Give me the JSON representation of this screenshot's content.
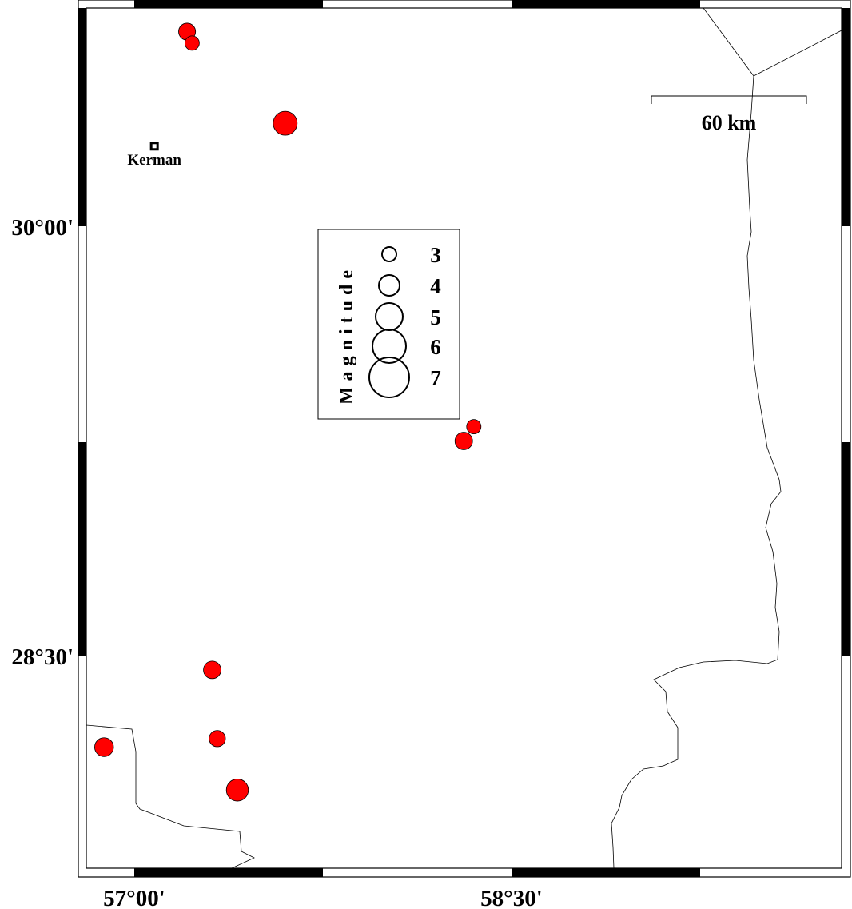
{
  "map": {
    "x_ticks": [
      {
        "lon": 57.0,
        "label": "57°00'"
      },
      {
        "lon": 58.5,
        "label": "58°30'"
      }
    ],
    "y_ticks": [
      {
        "lat": 30.0,
        "label": "30°00'"
      },
      {
        "lat": 28.5,
        "label": "28°30'"
      }
    ],
    "city": {
      "name": "Kerman",
      "lon": 57.08,
      "lat": 30.28
    },
    "scale_bar": {
      "label": "60 km"
    },
    "event_color": "#ff0000"
  },
  "legend": {
    "title": "Magnitude",
    "items": [
      {
        "mag": 3,
        "label": "3"
      },
      {
        "mag": 4,
        "label": "4"
      },
      {
        "mag": 5,
        "label": "5"
      },
      {
        "mag": 6,
        "label": "6"
      },
      {
        "mag": 7,
        "label": "7"
      }
    ]
  },
  "events": [
    {
      "lon": 57.21,
      "lat": 30.68,
      "mag": 3.4
    },
    {
      "lon": 57.23,
      "lat": 30.64,
      "mag": 3.0
    },
    {
      "lon": 57.6,
      "lat": 30.36,
      "mag": 4.5
    },
    {
      "lon": 58.35,
      "lat": 29.3,
      "mag": 3.0
    },
    {
      "lon": 58.31,
      "lat": 29.25,
      "mag": 3.5
    },
    {
      "lon": 57.31,
      "lat": 28.45,
      "mag": 3.5
    },
    {
      "lon": 57.33,
      "lat": 28.21,
      "mag": 3.3
    },
    {
      "lon": 56.88,
      "lat": 28.18,
      "mag": 3.7
    },
    {
      "lon": 57.41,
      "lat": 28.03,
      "mag": 4.2
    }
  ]
}
